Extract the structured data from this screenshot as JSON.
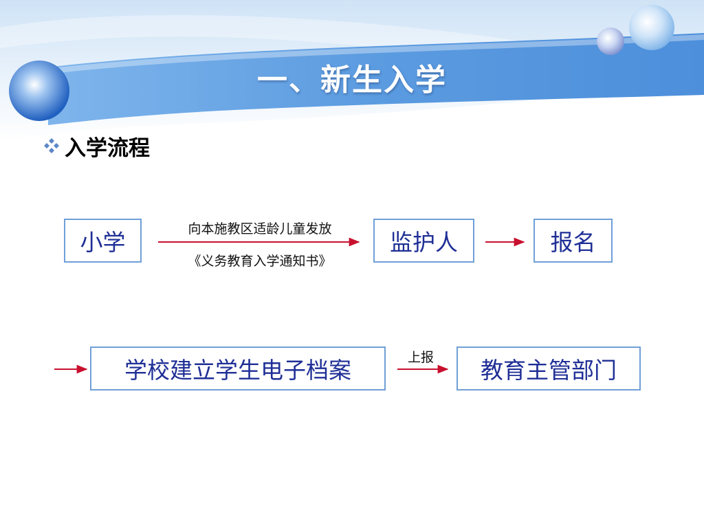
{
  "slide": {
    "title": "一、新生入学",
    "bullet": "入学流程",
    "colors": {
      "header_blue": "#5b9be0",
      "box_border": "#6f9fd8",
      "box_text": "#1f2f96",
      "arrow_red": "#c8102e"
    }
  },
  "flow": {
    "nodes": {
      "primary_school": "小学",
      "guardian": "监护人",
      "register": "报名",
      "school_archive": "学校建立学生电子档案",
      "education_department": "教育主管部门"
    },
    "edges": {
      "notice_line1": "向本施教区适龄儿童发放",
      "notice_line2": "《义务教育入学通知书》",
      "report": "上报"
    }
  }
}
